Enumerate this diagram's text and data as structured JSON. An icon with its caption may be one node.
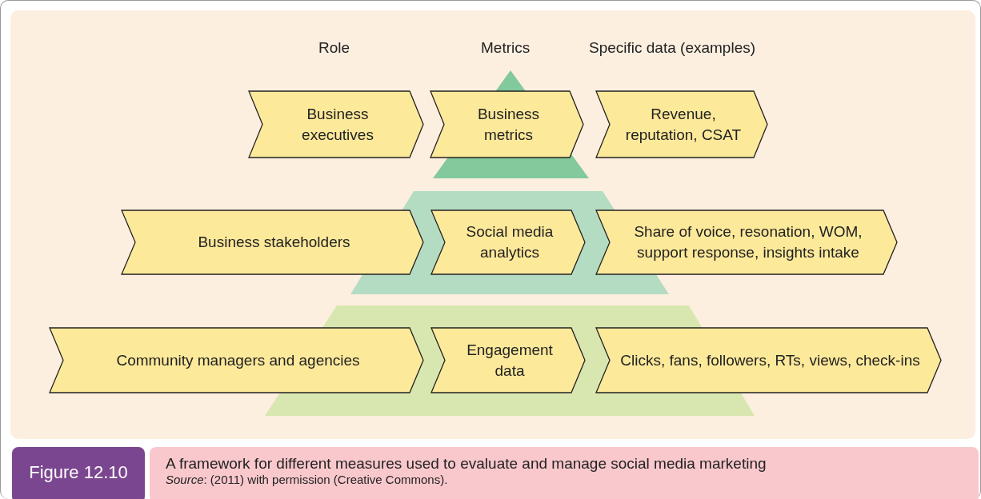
{
  "diagram": {
    "caption": "A framework for different measures used to evaluate and manage social media marketing",
    "nodes": [
      {
        "text": [
          "Business executives"
        ]
      },
      {
        "text": [
          "Business metrics"
        ]
      },
      {
        "text": [
          "Revenue, reputation, CSAT"
        ]
      },
      {
        "text": [
          "Business stakeholders"
        ]
      },
      {
        "text": [
          "Social media analytics"
        ]
      },
      {
        "text": [
          "Share of voice, resonation, WOM, support response, insights intake"
        ]
      },
      {
        "text": [
          "Community managers and agencies"
        ]
      },
      {
        "text": [
          "Engagement data"
        ]
      },
      {
        "text": [
          "Clicks, fans, followers, RTs, views, check-ins"
        ]
      }
    ],
    "labels": [
      "Role",
      "Metrics",
      "Specific data (examples)",
      "Figure 12.10",
      "*Source*: (2011) with permission (Creative Commons)."
    ]
  }
}
